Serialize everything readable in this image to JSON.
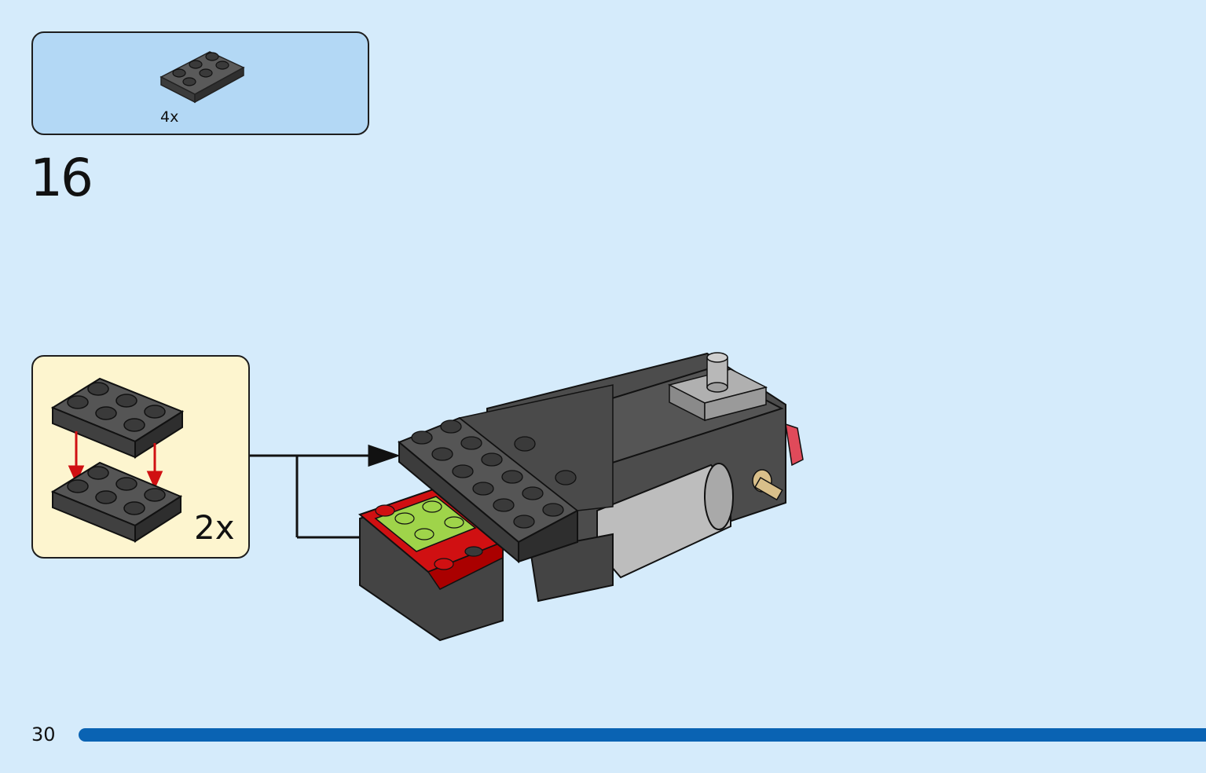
{
  "parts_list": {
    "quantity": "4x",
    "part_icon": "dark-gray-plate-2x3-icon"
  },
  "step": {
    "number": "16"
  },
  "subassembly": {
    "quantity": "2x"
  },
  "footer": {
    "page_number": "30"
  },
  "colors": {
    "background": "#d5ebfb",
    "parts_box": "#b3d8f5",
    "subassembly_box": "#fdf5cf",
    "progress_bar": "#0a63b3",
    "brick_dark_gray": "#4a4a4a",
    "brick_red": "#d01012",
    "brick_lime": "#9fd44a",
    "brick_light_gray": "#a0a0a0",
    "brick_tan": "#d9bf8a"
  }
}
